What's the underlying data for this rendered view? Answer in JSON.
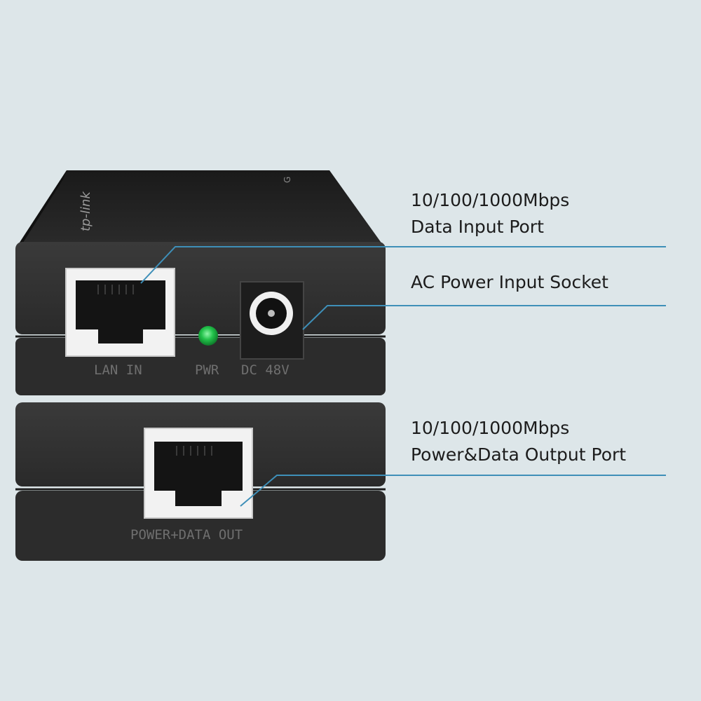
{
  "device": {
    "brand_logo": "tp-link",
    "led_color": "#22c24a",
    "port_labels": {
      "lan_in": "LAN IN",
      "pwr": "PWR",
      "dc": "DC 48V",
      "output": "POWER+DATA OUT"
    }
  },
  "callouts": {
    "data_input": {
      "line1": "10/100/1000Mbps",
      "line2": "Data Input Port"
    },
    "ac_power": {
      "line1": "AC Power Input Socket"
    },
    "power_data_output": {
      "line1": "10/100/1000Mbps",
      "line2": "Power&Data Output Port"
    }
  },
  "colors": {
    "background": "#dde6e9",
    "device_body": "#2d2d2d",
    "callout_line": "#3e8fb8",
    "label_text": "#1c1c1c"
  }
}
